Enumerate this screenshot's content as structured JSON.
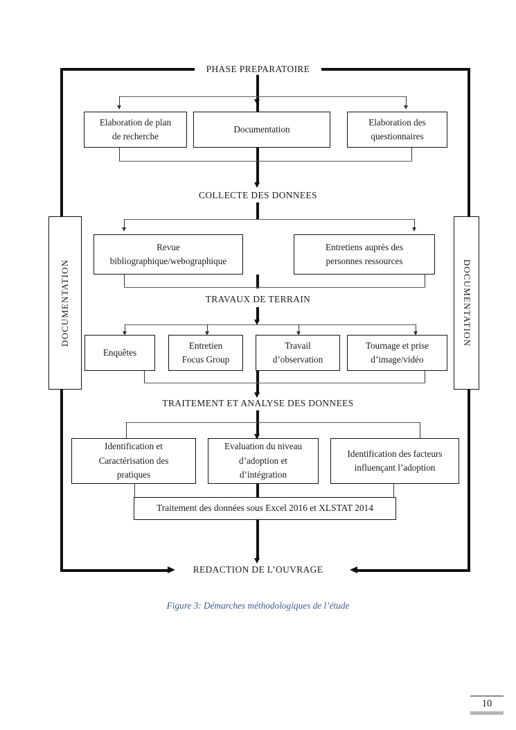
{
  "figure": {
    "caption": "Figure 3: Démarches méthodologiques de l’étude",
    "caption_color": "#3c5a91",
    "page_number": "10"
  },
  "diagram": {
    "title": "PHASE PREPARATOIRE",
    "footer": "REDACTION DE L’OUVRAGE",
    "side_panels": {
      "left_label": "DOCUMENTATION",
      "right_label": "DOCUMENTATION"
    },
    "stages": [
      {
        "key": "phase-preparatoire",
        "label": "PHASE PREPARATOIRE",
        "nodes": [
          {
            "key": "elaboration-plan-recherche",
            "lines": [
              "Elaboration de plan",
              "de recherche"
            ]
          },
          {
            "key": "documentation",
            "lines": [
              "Documentation"
            ]
          },
          {
            "key": "elaboration-questionnaires",
            "lines": [
              "Elaboration des",
              "questionnaires"
            ]
          }
        ]
      },
      {
        "key": "collecte-des-donnees",
        "label": "COLLECTE DES DONNEES",
        "nodes": [
          {
            "key": "revue-bibliographique",
            "lines": [
              "Revue",
              "bibliographique/webographique"
            ]
          },
          {
            "key": "entretiens-personnes-ressources",
            "lines": [
              "Entretiens auprès des",
              "personnes ressources"
            ]
          }
        ]
      },
      {
        "key": "travaux-de-terrain",
        "label": "TRAVAUX DE TERRAIN",
        "nodes": [
          {
            "key": "enquetes",
            "lines": [
              "Enquêtes"
            ]
          },
          {
            "key": "entretien-focus-group",
            "lines": [
              "Entretien",
              "Focus Group"
            ]
          },
          {
            "key": "travail-observation",
            "lines": [
              "Travail",
              "d’observation"
            ]
          },
          {
            "key": "tournage-prise-image",
            "lines": [
              "Tournage et prise",
              "d’image/vidéo"
            ]
          }
        ]
      },
      {
        "key": "traitement-analyse-donnees",
        "label": "TRAITEMENT ET ANALYSE DES DONNEES",
        "nodes": [
          {
            "key": "identification-caracterisation",
            "lines": [
              "Identification et",
              "Caractérisation des",
              "pratiques"
            ]
          },
          {
            "key": "evaluation-niveau-adoption",
            "lines": [
              "Evaluation du niveau",
              "d’adoption et",
              "d’intégration"
            ]
          },
          {
            "key": "identification-facteurs",
            "lines": [
              "Identification des facteurs",
              "influençant l’adoption"
            ]
          }
        ]
      }
    ],
    "tools_node": {
      "key": "traitement-excel-xlstat",
      "lines": [
        "Traitement des données sous Excel 2016 et XLSTAT 2014"
      ]
    }
  }
}
